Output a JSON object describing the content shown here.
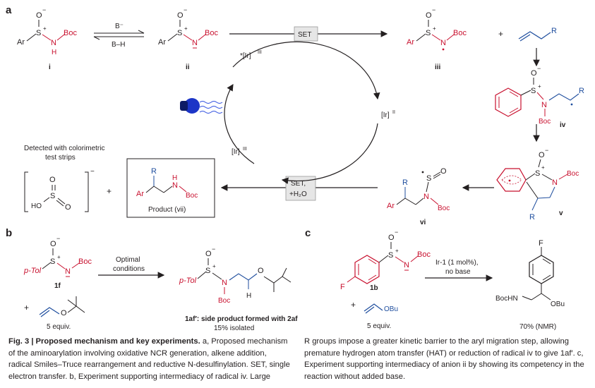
{
  "colors": {
    "red": "#c8102e",
    "blue": "#1f4e9e",
    "black": "#231f20",
    "gray_box": "#e6e6e6"
  },
  "panels": {
    "a": "a",
    "b": "b",
    "c": "c"
  },
  "panel_a": {
    "ar": "Ar",
    "s": "S",
    "plus": "+",
    "o": "O",
    "neg": "−",
    "n": "N",
    "h": "H",
    "boc": "Boc",
    "r": "R",
    "base": "B",
    "base_minus": "B⁻",
    "bh": "B–H",
    "label_i": "i",
    "label_ii": "ii",
    "label_iii": "iii",
    "label_iv": "iv",
    "label_v": "v",
    "label_vi": "vi",
    "set": "SET",
    "set2_line1": "SET,",
    "set2_line2": "+H₂O",
    "ir_excited": "*[Ir]",
    "ir_iii": "III",
    "ir_ii_top": "[Ir]",
    "ir_ii": "II",
    "ir_iii_bottom": "[Ir]",
    "plus_sign": "+",
    "detected_line1": "Detected with colorimetric",
    "detected_line2": "test strips",
    "so2_s": "S",
    "so2_ho": "HO",
    "product_caption": "Product (vii)"
  },
  "panel_b": {
    "ptol": "p-Tol",
    "label_1f": "1f",
    "optimal_line1": "Optimal",
    "optimal_line2": "conditions",
    "equiv": "5 equiv.",
    "side_product": "1af′: side product formed with 2af",
    "isolated": "15% isolated",
    "h": "H"
  },
  "panel_c": {
    "f": "F",
    "label_1b": "1b",
    "catalyst": "Ir-1 (1 mol%),",
    "no_base": "no base",
    "obu": "OBu",
    "equiv": "5 equiv.",
    "bochn": "BocHN",
    "yield": "70% (NMR)"
  },
  "caption": {
    "fig_label": "Fig. 3 | Proposed mechanism and key experiments.",
    "left_text": " a, Proposed mechanism of the aminoarylation involving oxidative NCR generation, alkene addition, radical Smiles–Truce rearrangement and reductive N-desulfinylation. SET, single electron transfer. b, Experiment supporting intermediacy of radical iv. Large",
    "right_text": "R groups impose a greater kinetic barrier to the aryl migration step, allowing premature hydrogen atom transfer (HAT) or reduction of radical iv to give 1af′. c, Experiment supporting intermediacy of anion ii by showing its competency in the reaction without added base."
  }
}
